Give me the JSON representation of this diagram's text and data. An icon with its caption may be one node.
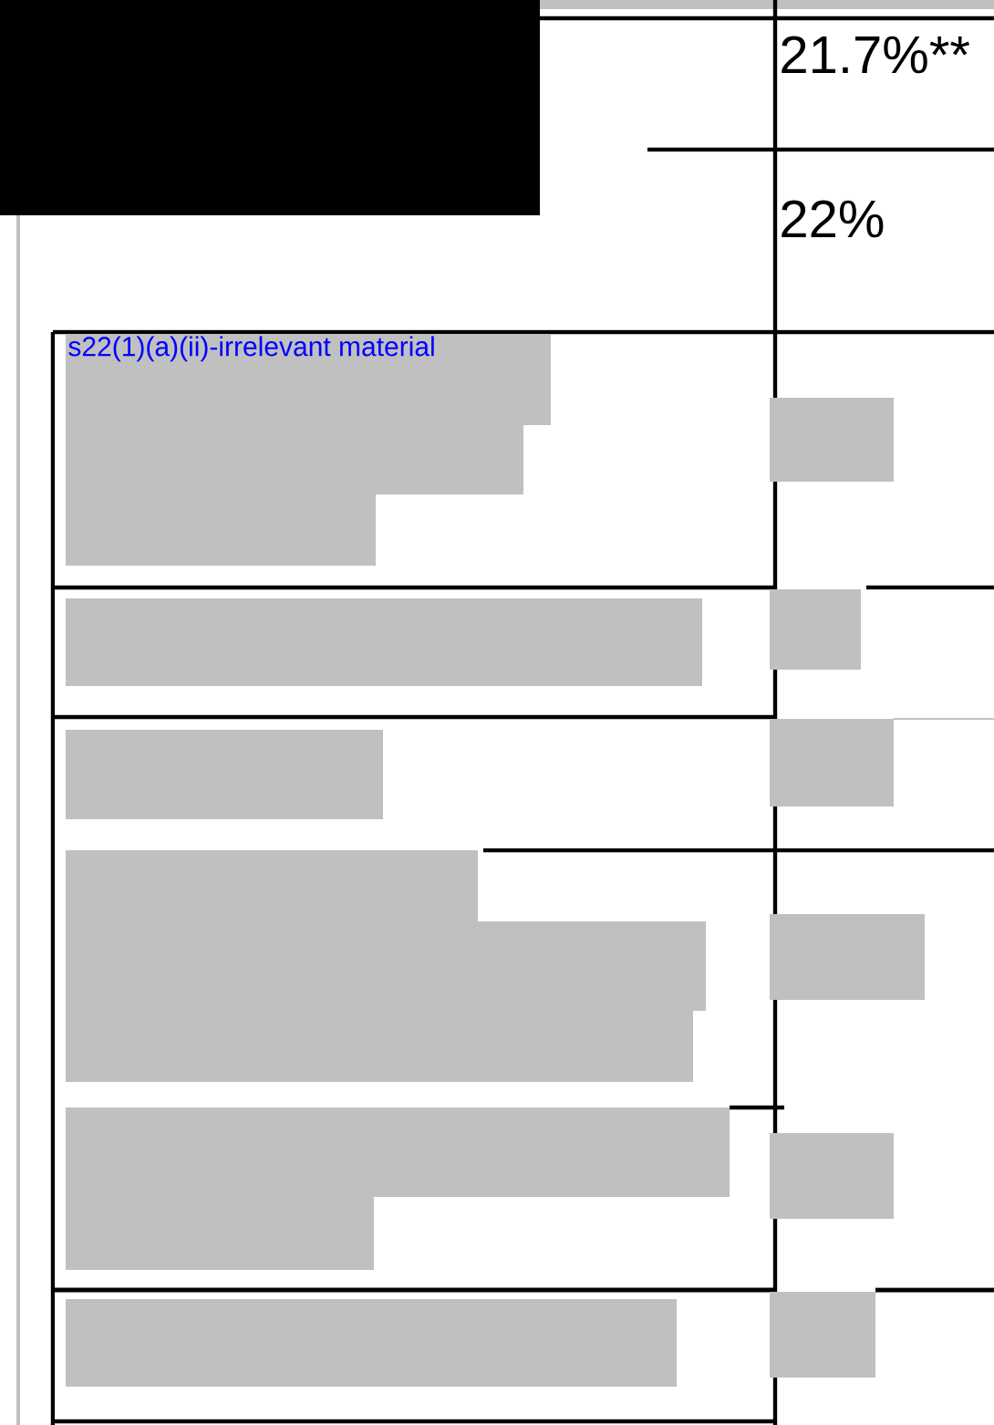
{
  "diagram": {
    "labels": [
      "21.7%**",
      "22%",
      "s22(1)(a)(ii)-irrelevant material"
    ]
  }
}
